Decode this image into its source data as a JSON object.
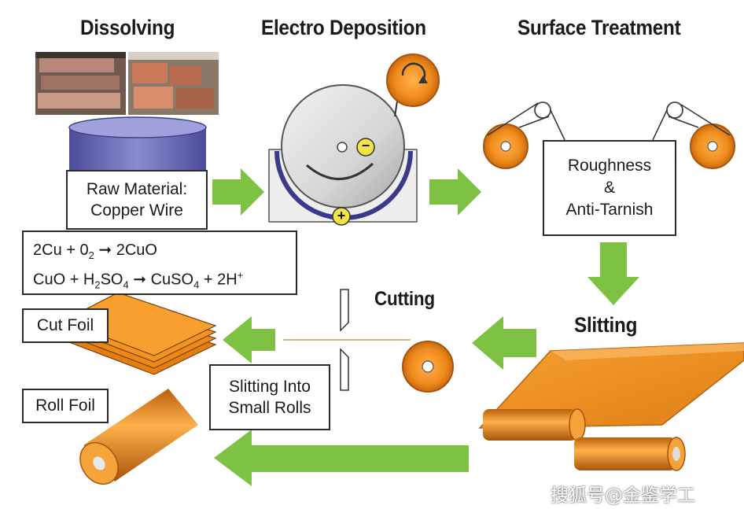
{
  "titles": {
    "dissolving": "Dissolving",
    "electro_deposition": "Electro Deposition",
    "surface_treatment": "Surface Treatment",
    "cutting": "Cutting",
    "slitting": "Slitting"
  },
  "raw_material": {
    "line1": "Raw Material:",
    "line2": "Copper Wire"
  },
  "equations": {
    "eq1": {
      "a": "2Cu + 0",
      "a_sub": "2",
      "b": " ➞ 2CuO"
    },
    "eq2": {
      "a": "CuO + H",
      "a_sub": "2",
      "b": "SO",
      "b_sub": "4",
      "c": " ➞ CuSO",
      "c_sub": "4",
      "d": " + 2H",
      "d_sup": "+"
    }
  },
  "surface_box": {
    "line1": "Roughness",
    "line2": "&",
    "line3": "Anti-Tarnish"
  },
  "cut_foil": "Cut Foil",
  "roll_foil": "Roll Foil",
  "slitting_small": {
    "line1": "Slitting Into",
    "line2": "Small Rolls"
  },
  "electrode_signs": {
    "minus": "−",
    "plus": "+"
  },
  "watermark": "搜狐号@金鉴学工",
  "colors": {
    "arrow_green": "#7dc242",
    "copper": "#f39323",
    "copper_dark": "#b85f0b",
    "tank_blue": "#6b6db3"
  }
}
